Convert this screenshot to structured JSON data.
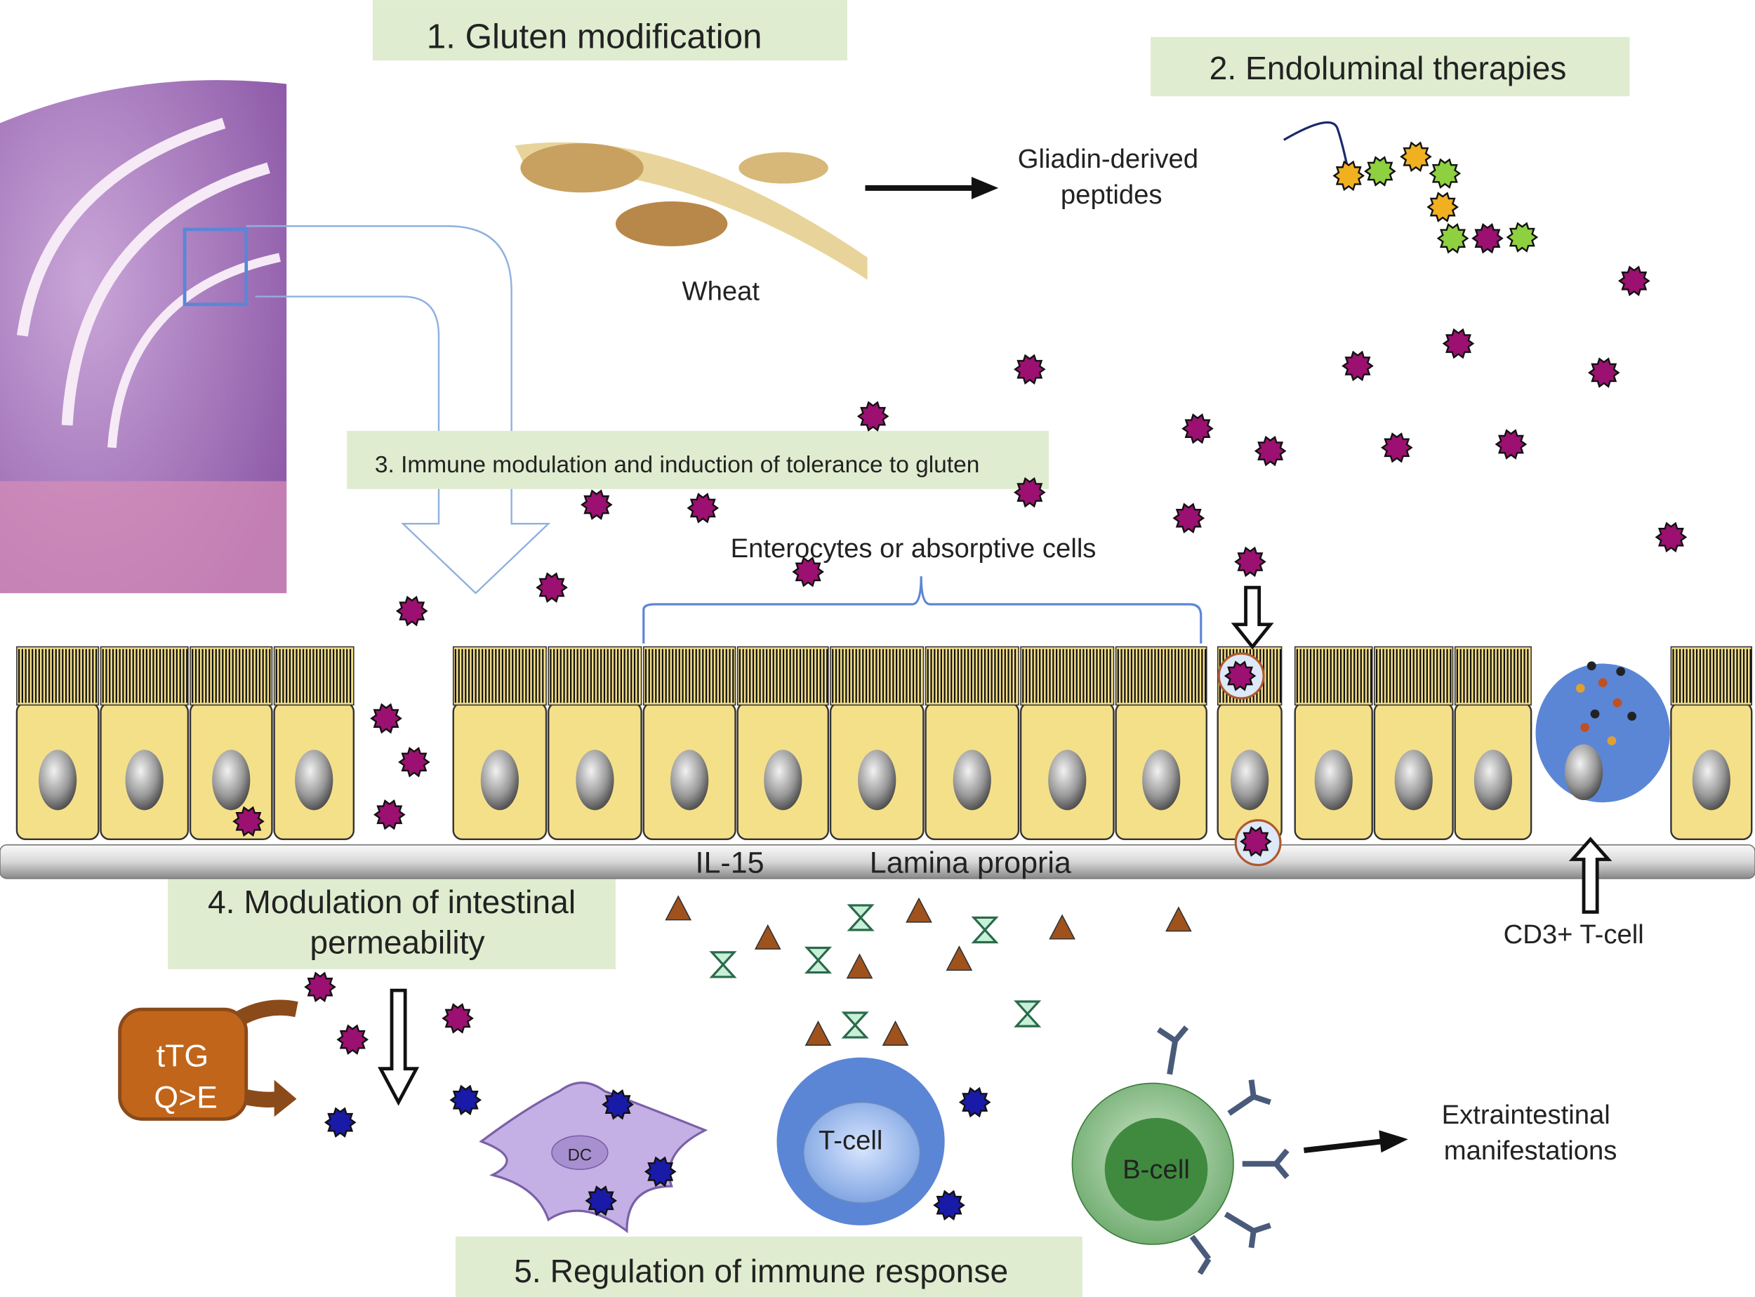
{
  "steps": {
    "step1": "1. Gluten modification",
    "step2": "2. Endoluminal therapies",
    "step3": "3. Immune modulation and induction of tolerance to gluten",
    "step4_line1": "4. Modulation of intestinal",
    "step4_line2": "permeability",
    "step5": "5. Regulation of immune response"
  },
  "labels": {
    "gliadin_line1": "Gliadin-derived",
    "gliadin_line2": "peptides",
    "wheat": "Wheat",
    "enterocytes": "Enterocytes or absorptive cells",
    "il15": "IL-15",
    "lamina_propria": "Lamina propria",
    "cd3": "CD3+ T-cell",
    "ttg_line1": "tTG",
    "ttg_line2": "Q>E",
    "dc": "DC",
    "tcell": "T-cell",
    "bcell": "B-cell",
    "extra_line1": "Extraintestinal",
    "extra_line2": "manifestations"
  },
  "colors": {
    "label_box": "#dfeccf",
    "enterocyte": "#f5e08a",
    "gliadin_peptide": "#9b1070",
    "blue_peptide": "#1a1aa8",
    "cytokine_triangle": "#a0521d",
    "hourglass": "#c8f0d8",
    "ttg": "#c0651a",
    "tcell": "#5b86d6",
    "bcell": "#5ea060"
  }
}
